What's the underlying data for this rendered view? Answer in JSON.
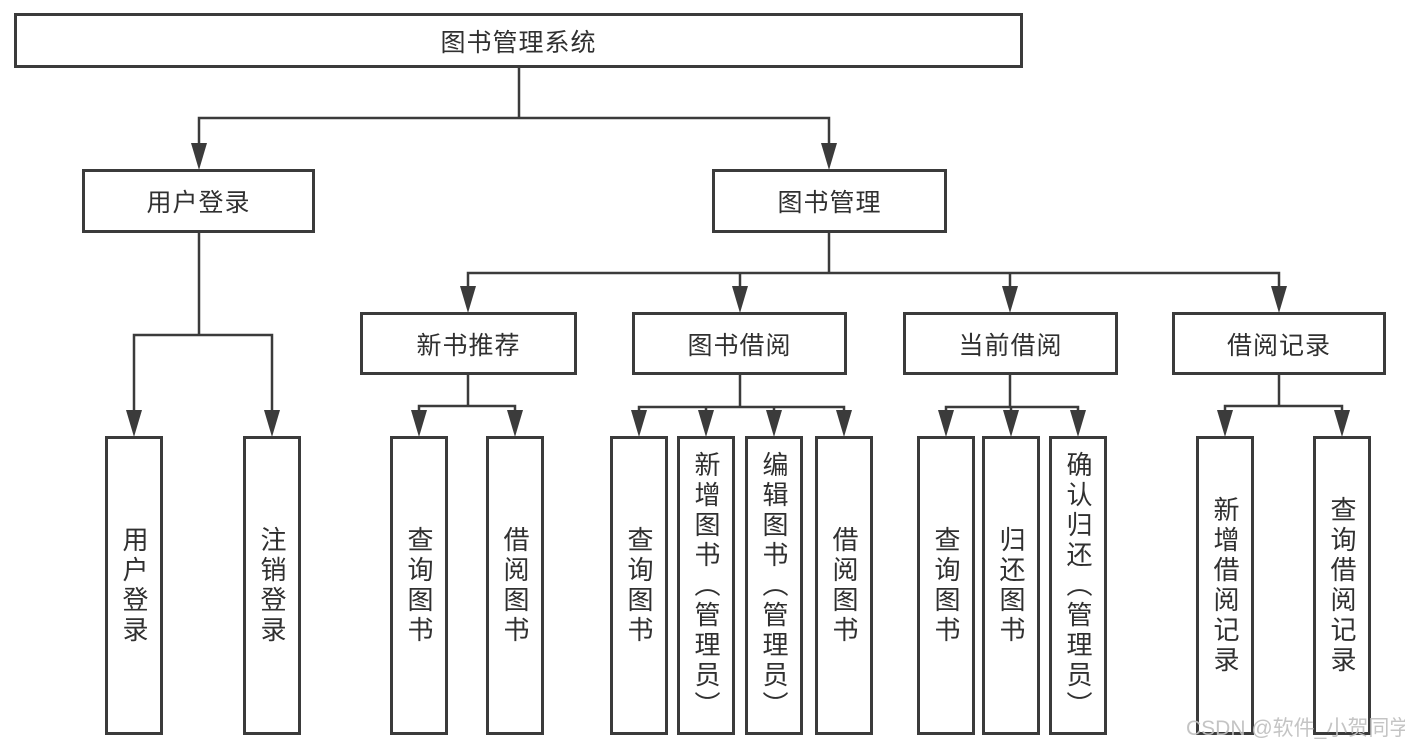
{
  "tree": {
    "root": "图书管理系统",
    "children": [
      {
        "label": "用户登录",
        "children": [
          "用户登录",
          "注销登录"
        ]
      },
      {
        "label": "图书管理",
        "children": [
          {
            "label": "新书推荐",
            "children": [
              "查询图书",
              "借阅图书"
            ]
          },
          {
            "label": "图书借阅",
            "children": [
              "查询图书",
              "新增图书（管理员）",
              "编辑图书（管理员）",
              "借阅图书"
            ]
          },
          {
            "label": "当前借阅",
            "children": [
              "查询图书",
              "归还图书",
              "确认归还（管理员）"
            ]
          },
          {
            "label": "借阅记录",
            "children": [
              "新增借阅记录",
              "查询借阅记录"
            ]
          }
        ]
      }
    ]
  },
  "watermark": "CSDN @软件_小贺同学",
  "colors": {
    "line": "#3b3b3b",
    "text": "#303030",
    "background": "#ffffff",
    "watermark": "#c0c0c0"
  }
}
